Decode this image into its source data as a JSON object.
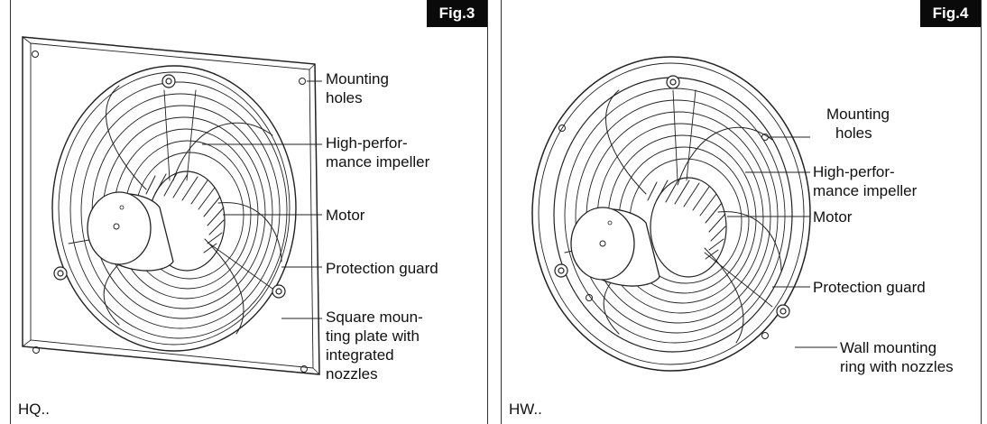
{
  "figures": [
    {
      "tag": "Fig.3",
      "model": "HQ..",
      "labels": {
        "mounting_holes": [
          "Mounting",
          "holes"
        ],
        "impeller": [
          "High-perfor-",
          "mance impeller"
        ],
        "motor": [
          "Motor"
        ],
        "guard": [
          "Protection guard"
        ],
        "plate": [
          "Square moun-",
          "ting plate with",
          "integrated",
          "nozzles"
        ]
      }
    },
    {
      "tag": "Fig.4",
      "model": "HW..",
      "labels": {
        "mounting_holes": [
          "Mounting",
          "holes"
        ],
        "impeller": [
          "High-perfor-",
          "mance impeller"
        ],
        "motor": [
          "Motor"
        ],
        "guard": [
          "Protection guard"
        ],
        "ring": [
          "Wall mounting",
          "ring with nozzles"
        ]
      }
    }
  ]
}
